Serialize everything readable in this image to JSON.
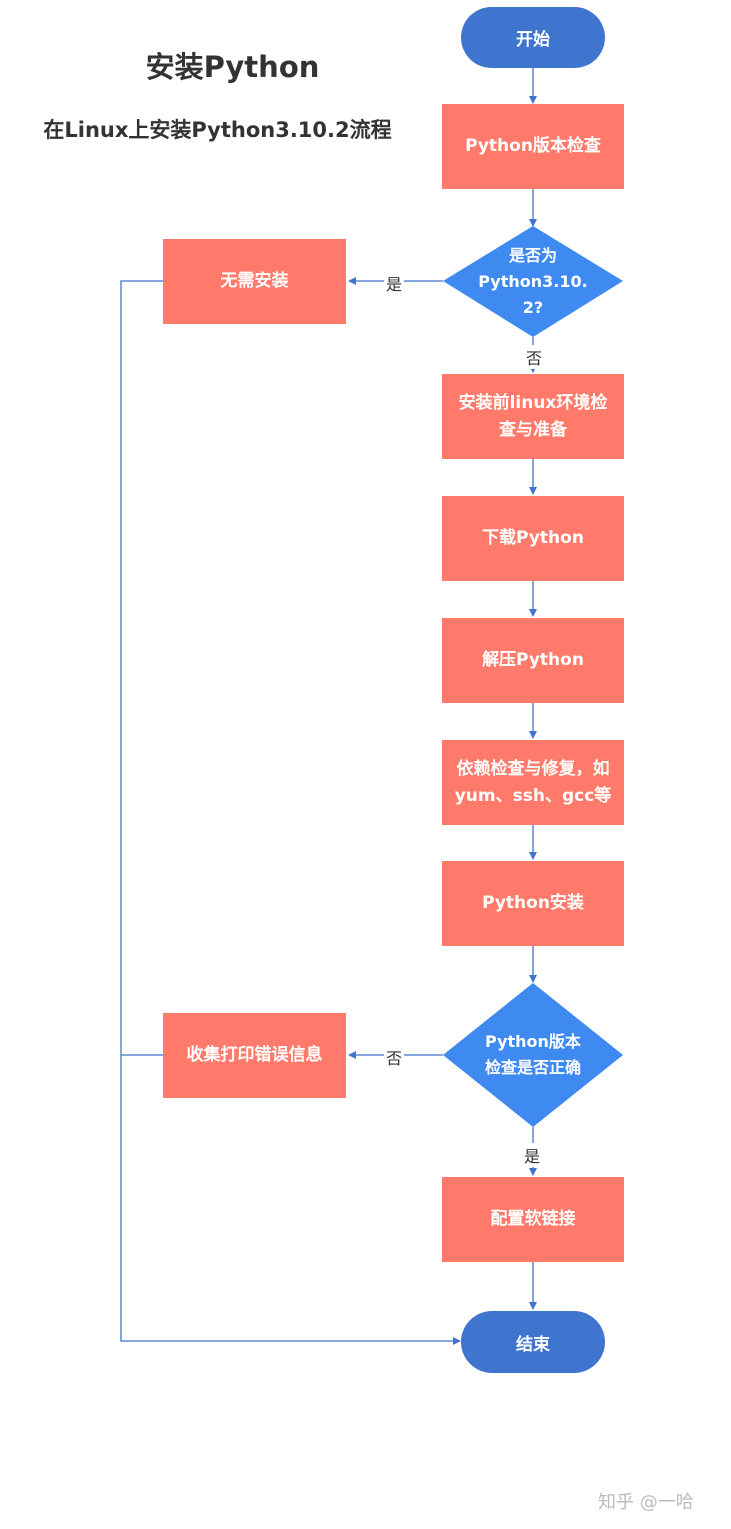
{
  "header": {
    "title": "安装Python",
    "subtitle": "在Linux上安装Python3.10.2流程"
  },
  "nodes": {
    "start": "开始",
    "version_check": "Python版本检查",
    "decision1": [
      "是否为",
      "Python3.10.",
      "2?"
    ],
    "no_install": "无需安装",
    "env_prep": [
      "安装前linux环境检",
      "查与准备"
    ],
    "download": "下载Python",
    "extract": "解压Python",
    "deps": [
      "依赖检查与修复，如",
      "yum、ssh、gcc等"
    ],
    "install": "Python安装",
    "decision2": [
      "Python版本",
      "检查是否正确"
    ],
    "collect_errors": "收集打印错误信息",
    "config_link": "配置软链接",
    "end": "结束"
  },
  "edge_labels": {
    "d1_yes": "是",
    "d1_no": "否",
    "d2_no": "否",
    "d2_yes": "是"
  },
  "watermark": "知乎 @一哈",
  "colors": {
    "process": "#FF7A6A",
    "decision": "#3F8AF0",
    "terminal": "#3F74CF",
    "edge": "#3F74CF"
  }
}
